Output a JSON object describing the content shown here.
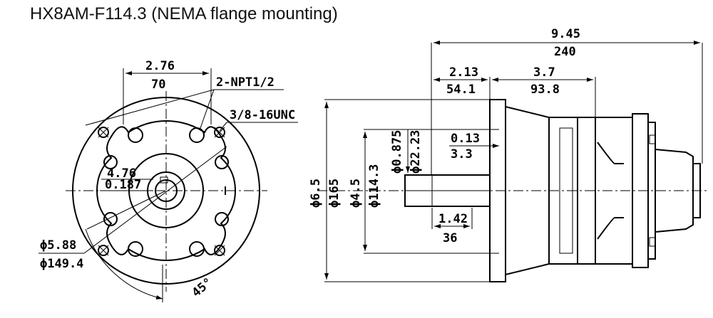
{
  "title": "HX8AM-F114.3 (NEMA flange mounting)",
  "front_view": {
    "dim_width_in": "2.76",
    "dim_width_mm": "70",
    "port_label": "2-NPT1/2",
    "thread_label": "3/8-16UNC",
    "shaft_dim_in": "4.76",
    "shaft_dim_mm": "0.187",
    "flange_dia_in": "ϕ5.88",
    "flange_dia_mm": "ϕ149.4",
    "angle_label": "45°"
  },
  "side_view": {
    "overall_in": "9.45",
    "overall_mm": "240",
    "shaft_len_in": "2.13",
    "shaft_len_mm": "54.1",
    "body_len_in": "3.7",
    "body_len_mm": "93.8",
    "pilot_in": "0.13",
    "pilot_mm": "3.3",
    "key_len_in": "1.42",
    "key_len_mm": "36",
    "dia_body_in": "ϕ6.5",
    "dia_body_mm": "ϕ165",
    "dia_pilot_in": "ϕ4.5",
    "dia_pilot_mm": "ϕ114.3",
    "dia_shaft_in": "ϕ0.875",
    "dia_shaft_mm": "ϕ22.23"
  }
}
